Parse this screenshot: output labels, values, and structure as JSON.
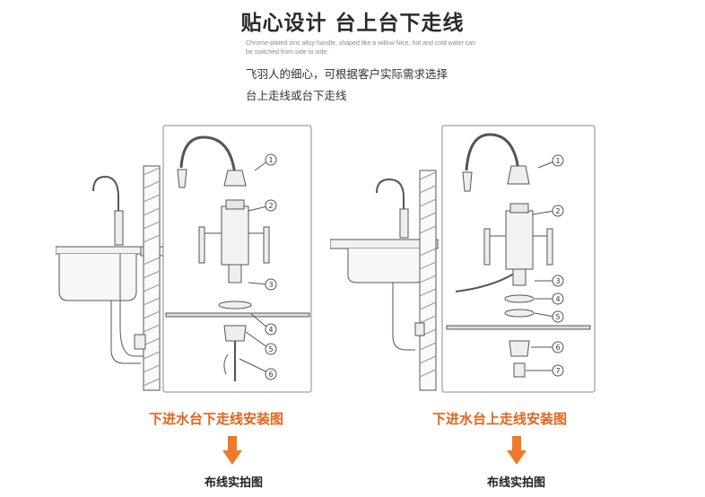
{
  "header": {
    "title": "贴心设计  台上台下走线",
    "subtitle_en_line1": "Chrome-plated zinc alloy handle, shaped like a willow Nice, hot and cold water can",
    "subtitle_en_line2": "be switched from side to side.",
    "desc_line1": "飞羽人的细心，可根据客户实际需求选择",
    "desc_line2": "台上走线或台下走线"
  },
  "left_panel": {
    "caption": "下进水台下走线安装图",
    "photo_label": "布线实拍图",
    "part_numbers": [
      "1",
      "2",
      "3",
      "4",
      "5",
      "6"
    ]
  },
  "right_panel": {
    "caption": "下进水台上走线安装图",
    "photo_label": "布线实拍图",
    "part_numbers": [
      "1",
      "2",
      "3",
      "4",
      "5",
      "6",
      "7"
    ]
  },
  "colors": {
    "caption": "#e2651b",
    "arrow": "#f07a2a",
    "line": "#555555"
  }
}
